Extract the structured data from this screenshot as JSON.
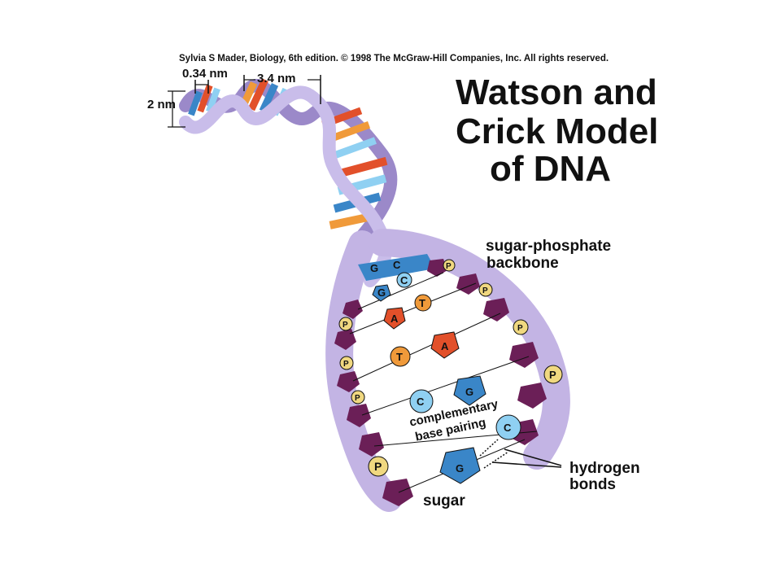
{
  "credit": "Sylvia S Mader, Biology, 6th edition. © 1998 The McGraw-Hill Companies, Inc. All rights reserved.",
  "title": {
    "line1": "Watson and",
    "line2": "Crick Model",
    "line3": "of DNA"
  },
  "labels": {
    "pitch": "0.34 nm",
    "turn": "3.4 nm",
    "width": "2 nm",
    "backbone_line1": "sugar-phosphate",
    "backbone_line2": "backbone",
    "pairing_line1": "complementary",
    "pairing_line2": "base pairing",
    "hbonds_line1": "hydrogen",
    "hbonds_line2": "bonds",
    "sugar": "sugar"
  },
  "bases": {
    "g": "G",
    "c": "C",
    "a": "A",
    "t": "T",
    "p": "P"
  },
  "colors": {
    "backbone": "#b9a9dc",
    "sugar": "#6b1f57",
    "phosphate": "#f0d880",
    "adenine": "#e2502a",
    "thymine": "#f09a3a",
    "guanine": "#3a86c8",
    "cytosine": "#8fd0f2"
  }
}
